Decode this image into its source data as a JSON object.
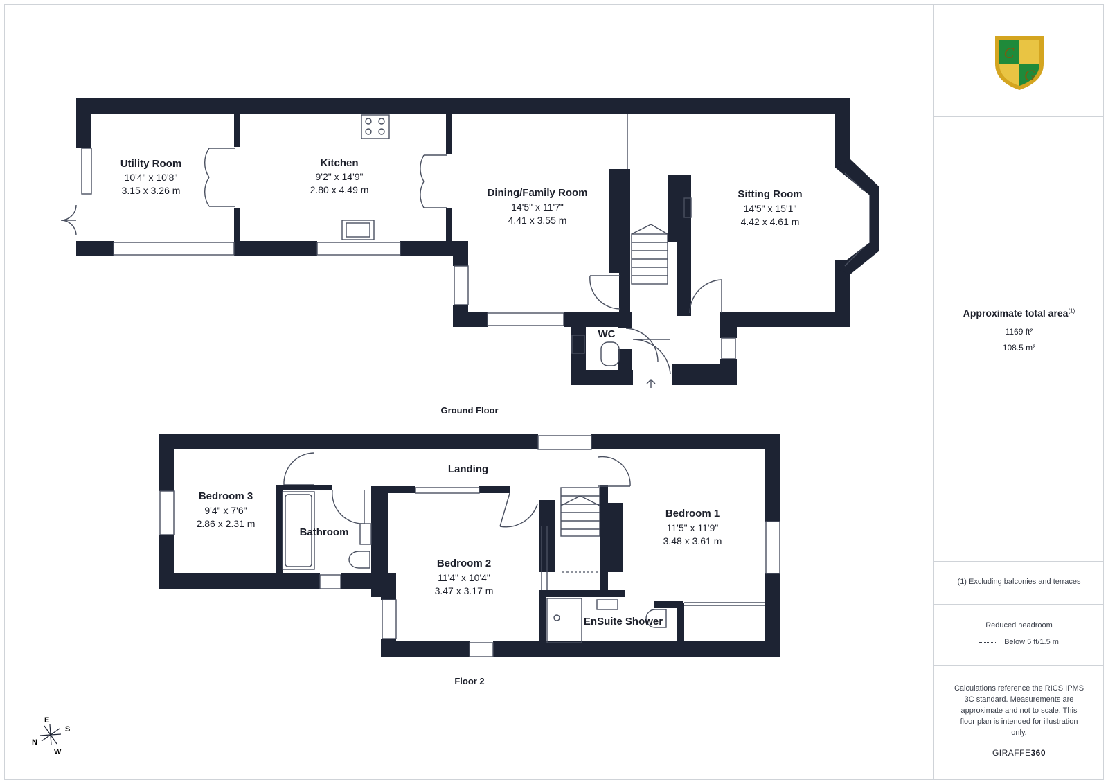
{
  "colors": {
    "wall": "#1d2333",
    "line": "#4a5060",
    "accent_green": "#1f8a3a",
    "accent_gold": "#d4a520"
  },
  "logo": {
    "icon": "crest-logo-icon",
    "letters": [
      "C",
      "G"
    ]
  },
  "ground_floor": {
    "label": "Ground Floor",
    "rooms": [
      {
        "name": "Utility Room",
        "imperial": "10'4\" x 10'8\"",
        "metric": "3.15 x 3.26 m"
      },
      {
        "name": "Kitchen",
        "imperial": "9'2\" x 14'9\"",
        "metric": "2.80 x 4.49 m"
      },
      {
        "name": "Dining/Family Room",
        "imperial": "14'5\" x 11'7\"",
        "metric": "4.41 x 3.55 m"
      },
      {
        "name": "Sitting Room",
        "imperial": "14'5\" x 15'1\"",
        "metric": "4.42 x 4.61 m"
      },
      {
        "name": "WC"
      }
    ]
  },
  "floor_2": {
    "label": "Floor 2",
    "rooms": [
      {
        "name": "Bedroom 3",
        "imperial": "9'4\" x 7'6\"",
        "metric": "2.86 x 2.31 m"
      },
      {
        "name": "Bathroom"
      },
      {
        "name": "Landing"
      },
      {
        "name": "Bedroom 2",
        "imperial": "11'4\" x 10'4\"",
        "metric": "3.47 x 3.17 m"
      },
      {
        "name": "Bedroom 1",
        "imperial": "11'5\" x 11'9\"",
        "metric": "3.48 x 3.61 m"
      },
      {
        "name": "EnSuite Shower"
      }
    ]
  },
  "compass": {
    "e": "E",
    "s": "S",
    "n": "N",
    "w": "W"
  },
  "sidebar": {
    "area_title": "Approximate total area",
    "area_note_mark": "(1)",
    "area_ft": "1169 ft²",
    "area_m": "108.5 m²",
    "footnote": "(1) Excluding balconies and terraces",
    "headroom_title": "Reduced headroom",
    "headroom_legend": "Below 5 ft/1.5 m",
    "disclaimer": [
      "Calculations reference the RICS IPMS",
      "3C standard. Measurements are",
      "approximate and not to scale. This",
      "floor plan is intended for illustration",
      "only."
    ],
    "brand": "GIRAFFE",
    "brand_suffix": "360"
  }
}
